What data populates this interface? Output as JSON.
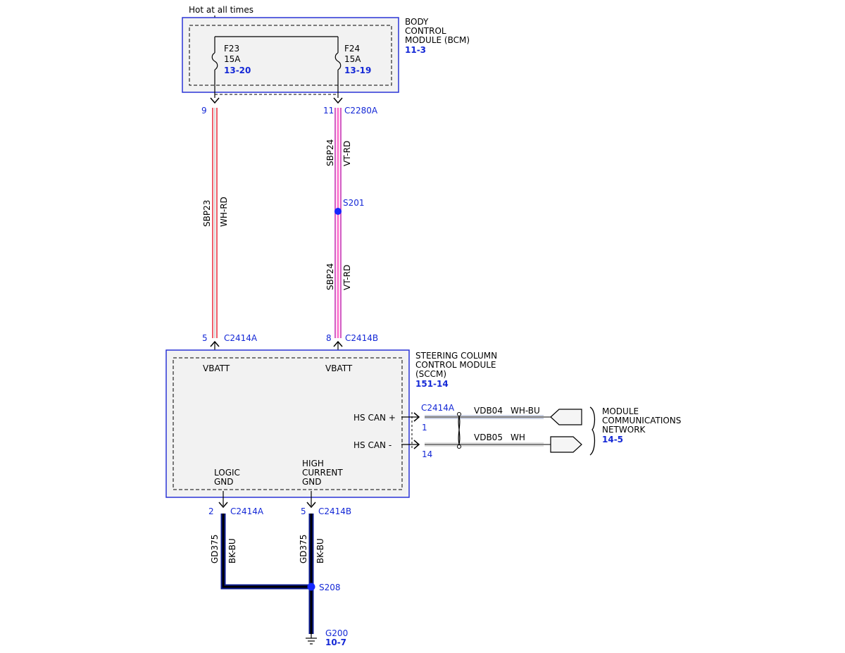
{
  "header": {
    "power_label": "Hot at all times"
  },
  "bcm": {
    "name_lines": [
      "BODY",
      "CONTROL",
      "MODULE (BCM)"
    ],
    "ref": "11-3",
    "fuses": [
      {
        "id": "F23",
        "rating": "15A",
        "ref": "13-20"
      },
      {
        "id": "F24",
        "rating": "15A",
        "ref": "13-19"
      }
    ],
    "pins": [
      {
        "pin": "9",
        "connector": ""
      },
      {
        "pin": "11",
        "connector": "C2280A"
      }
    ]
  },
  "circuits": {
    "left": {
      "circuit": "SBP23",
      "color": "WH-RD"
    },
    "right_upper": {
      "circuit": "SBP24",
      "color": "VT-RD"
    },
    "right_lower": {
      "circuit": "SBP24",
      "color": "VT-RD"
    },
    "splice_top": "S201"
  },
  "sccm": {
    "name_lines": [
      "STEERING COLUMN",
      "CONTROL MODULE",
      "(SCCM)"
    ],
    "ref": "151-14",
    "top_pins": [
      {
        "pin": "5",
        "connector": "C2414A",
        "label": "VBATT"
      },
      {
        "pin": "8",
        "connector": "C2414B",
        "label": "VBATT"
      }
    ],
    "can": {
      "connector": "C2414A",
      "plus_label": "HS CAN +",
      "minus_label": "HS CAN -",
      "plus_pin": "1",
      "minus_pin": "14",
      "plus_circuit": "VDB04",
      "plus_color": "WH-BU",
      "minus_circuit": "VDB05",
      "minus_color": "WH"
    },
    "gnd_labels": {
      "logic": [
        "LOGIC",
        "GND"
      ],
      "high": [
        "HIGH",
        "CURRENT",
        "GND"
      ]
    },
    "bottom_pins": [
      {
        "pin": "2",
        "connector": "C2414A"
      },
      {
        "pin": "5",
        "connector": "C2414B"
      }
    ]
  },
  "network": {
    "name_lines": [
      "MODULE",
      "COMMUNICATIONS",
      "NETWORK"
    ],
    "ref": "14-5"
  },
  "ground": {
    "left_circuit": "GD375",
    "left_color": "BK-BU",
    "right_circuit": "GD375",
    "right_color": "BK-BU",
    "splice": "S208",
    "ground_id": "G200",
    "ground_ref": "10-7"
  },
  "colors": {
    "module_border": "#2a34d6",
    "module_fill": "#f2f2f2",
    "label_blue": "#1428d6",
    "wire_red": "#e8192c",
    "wire_violet": "#c832b4",
    "wire_pink": "#ff7ad0",
    "ground_wire": "#0a1a8c",
    "splice_dot": "#1428ff"
  }
}
